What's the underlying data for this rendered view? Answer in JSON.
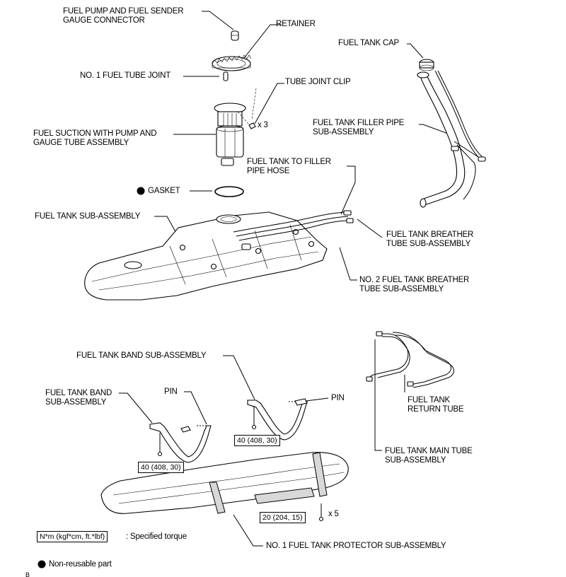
{
  "labels": {
    "pump_connector_1": "FUEL PUMP AND FUEL SENDER",
    "pump_connector_2": "GAUGE CONNECTOR",
    "retainer": "RETAINER",
    "fuel_tank_cap": "FUEL TANK CAP",
    "no1_tube_joint": "NO. 1 FUEL TUBE JOINT",
    "tube_joint_clip": "TUBE JOINT CLIP",
    "clip_qty": "x 3",
    "filler_pipe_1": "FUEL TANK FILLER PIPE",
    "filler_pipe_2": "SUB-ASSEMBLY",
    "suction_1": "FUEL SUCTION WITH PUMP AND",
    "suction_2": "GAUGE TUBE ASSEMBLY",
    "filler_hose_1": "FUEL TANK TO FILLER",
    "filler_hose_2": "PIPE HOSE",
    "gasket": "GASKET",
    "tank_sub": "FUEL TANK SUB-ASSEMBLY",
    "breather_1": "FUEL TANK BREATHER",
    "breather_2": "TUBE SUB-ASSEMBLY",
    "no2_breather_1": "NO. 2 FUEL TANK BREATHER",
    "no2_breather_2": "TUBE SUB-ASSEMBLY",
    "band_sub_top": "FUEL TANK BAND SUB-ASSEMBLY",
    "band_sub_left_1": "FUEL TANK BAND",
    "band_sub_left_2": "SUB-ASSEMBLY",
    "pin_left": "PIN",
    "pin_right": "PIN",
    "return_tube_1": "FUEL TANK",
    "return_tube_2": "RETURN TUBE",
    "main_tube_1": "FUEL TANK MAIN TUBE",
    "main_tube_2": "SUB-ASSEMBLY",
    "protector": "NO. 1 FUEL TANK PROTECTOR SUB-ASSEMBLY",
    "bolt_qty": "x 5"
  },
  "torques": {
    "band_right": "40 (408, 30)",
    "band_left": "40 (408, 30)",
    "protector": "20 (204, 15)"
  },
  "legend": {
    "torque_unit": "N*m (kgf*cm, ft.*lbf)",
    "torque_text": ": Specified torque",
    "nonreusable_text": "Non-reusable part",
    "fragment": "B"
  }
}
